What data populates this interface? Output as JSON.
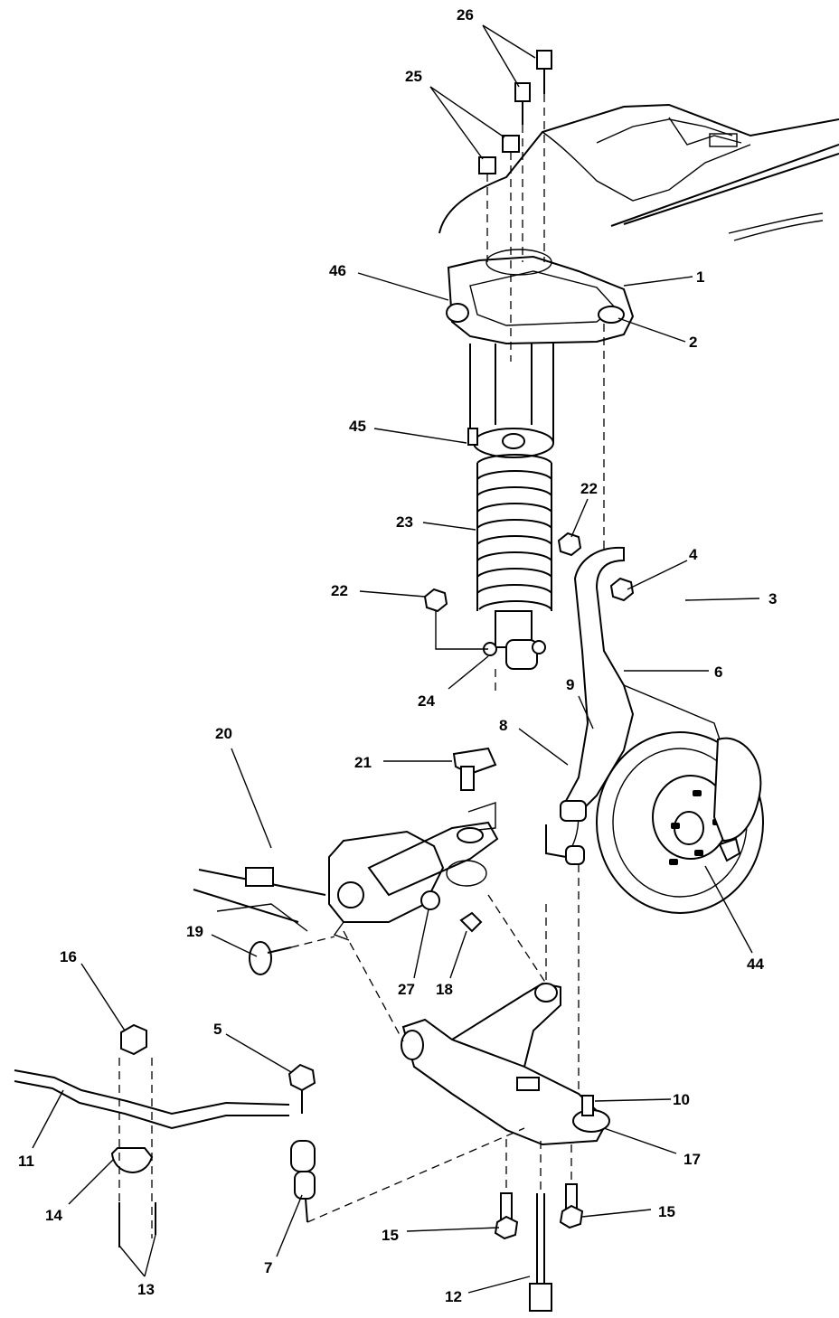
{
  "diagram": {
    "labels": [
      {
        "id": "26",
        "text": "26"
      },
      {
        "id": "25",
        "text": "25"
      },
      {
        "id": "46",
        "text": "46"
      },
      {
        "id": "1",
        "text": "1"
      },
      {
        "id": "2",
        "text": "2"
      },
      {
        "id": "45",
        "text": "45"
      },
      {
        "id": "22a",
        "text": "22"
      },
      {
        "id": "23",
        "text": "23"
      },
      {
        "id": "22b",
        "text": "22"
      },
      {
        "id": "4",
        "text": "4"
      },
      {
        "id": "3",
        "text": "3"
      },
      {
        "id": "6",
        "text": "6"
      },
      {
        "id": "24",
        "text": "24"
      },
      {
        "id": "9",
        "text": "9"
      },
      {
        "id": "8",
        "text": "8"
      },
      {
        "id": "20",
        "text": "20"
      },
      {
        "id": "21",
        "text": "21"
      },
      {
        "id": "44",
        "text": "44"
      },
      {
        "id": "19",
        "text": "19"
      },
      {
        "id": "27",
        "text": "27"
      },
      {
        "id": "18",
        "text": "18"
      },
      {
        "id": "16",
        "text": "16"
      },
      {
        "id": "5",
        "text": "5"
      },
      {
        "id": "10",
        "text": "10"
      },
      {
        "id": "17",
        "text": "17"
      },
      {
        "id": "11",
        "text": "11"
      },
      {
        "id": "14",
        "text": "14"
      },
      {
        "id": "15a",
        "text": "15"
      },
      {
        "id": "15b",
        "text": "15"
      },
      {
        "id": "7",
        "text": "7"
      },
      {
        "id": "12",
        "text": "12"
      },
      {
        "id": "13",
        "text": "13"
      }
    ]
  }
}
